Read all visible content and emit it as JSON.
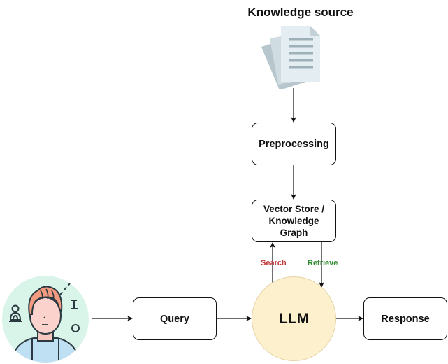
{
  "diagram": {
    "title": "Knowledge source",
    "nodes": {
      "knowledge_source_icon": "documents-icon",
      "preprocessing": "Preprocessing",
      "vector_store_line1": "Vector Store /",
      "vector_store_line2": "Knowledge",
      "vector_store_line3": "Graph",
      "llm": "LLM",
      "query": "Query",
      "response": "Response",
      "user_icon": "user-avatar-icon"
    },
    "edges": [
      {
        "from": "Knowledge source",
        "to": "Preprocessing",
        "label": ""
      },
      {
        "from": "Preprocessing",
        "to": "Vector Store / Knowledge Graph",
        "label": ""
      },
      {
        "from": "LLM",
        "to": "Vector Store / Knowledge Graph",
        "label": "Search"
      },
      {
        "from": "Vector Store / Knowledge Graph",
        "to": "LLM",
        "label": "Retrieve"
      },
      {
        "from": "User",
        "to": "Query",
        "label": ""
      },
      {
        "from": "Query",
        "to": "LLM",
        "label": ""
      },
      {
        "from": "LLM",
        "to": "Response",
        "label": ""
      }
    ],
    "edge_labels": {
      "search": "Search",
      "retrieve": "Retrieve"
    },
    "colors": {
      "search": "#c0393b",
      "retrieve": "#2e8b2e",
      "llm_fill": "#fdf0cd",
      "avatar_bg": "#d9f5ea"
    }
  }
}
